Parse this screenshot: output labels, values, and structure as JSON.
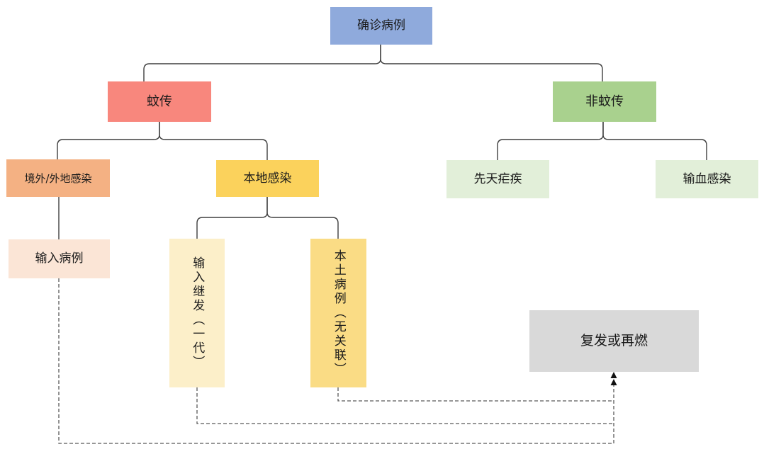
{
  "diagram": {
    "type": "flowchart",
    "nodes": {
      "root": {
        "label": "确诊病例"
      },
      "mosquito": {
        "label": "蚊传"
      },
      "non_mosquito": {
        "label": "非蚊传"
      },
      "overseas_infection": {
        "label": "境外/外地感染"
      },
      "local_infection": {
        "label": "本地感染"
      },
      "imported_case": {
        "label": "输入病例"
      },
      "imported_secondary": {
        "label": "输入继发（一代）"
      },
      "indigenous_case": {
        "label": "本土病例（无关联）"
      },
      "congenital_malaria": {
        "label": "先天疟疾"
      },
      "transfusion_infection": {
        "label": "输血感染"
      },
      "relapse": {
        "label": "复发或再燃"
      }
    },
    "edges": [
      {
        "from": "确诊病例",
        "to": "蚊传",
        "style": "solid"
      },
      {
        "from": "确诊病例",
        "to": "非蚊传",
        "style": "solid"
      },
      {
        "from": "蚊传",
        "to": "境外/外地感染",
        "style": "solid"
      },
      {
        "from": "蚊传",
        "to": "本地感染",
        "style": "solid"
      },
      {
        "from": "境外/外地感染",
        "to": "输入病例",
        "style": "solid"
      },
      {
        "from": "本地感染",
        "to": "输入继发（一代）",
        "style": "solid"
      },
      {
        "from": "本地感染",
        "to": "本土病例（无关联）",
        "style": "solid"
      },
      {
        "from": "非蚊传",
        "to": "先天疟疾",
        "style": "solid"
      },
      {
        "from": "非蚊传",
        "to": "输血感染",
        "style": "solid"
      },
      {
        "from": "输入病例",
        "to": "复发或再燃",
        "style": "dashed-arrow"
      },
      {
        "from": "输入继发（一代）",
        "to": "复发或再燃",
        "style": "dashed-arrow"
      },
      {
        "from": "本土病例（无关联）",
        "to": "复发或再燃",
        "style": "dashed-arrow"
      }
    ]
  },
  "colors": {
    "root": "#8FAADC",
    "mosquito": "#F8877D",
    "nonmosquito": "#A9D18E",
    "overseas": "#F4B183",
    "local": "#FBD25C",
    "imported": "#FBE5D6",
    "importedsec": "#FCEFC9",
    "indigenous": "#FADC85",
    "lightgreen": "#E2EFD9",
    "relapse": "#D9D9D9",
    "line": "#3F3F3F",
    "dash": "#595959",
    "arrow": "#111111",
    "text": "#1A1A1A"
  }
}
